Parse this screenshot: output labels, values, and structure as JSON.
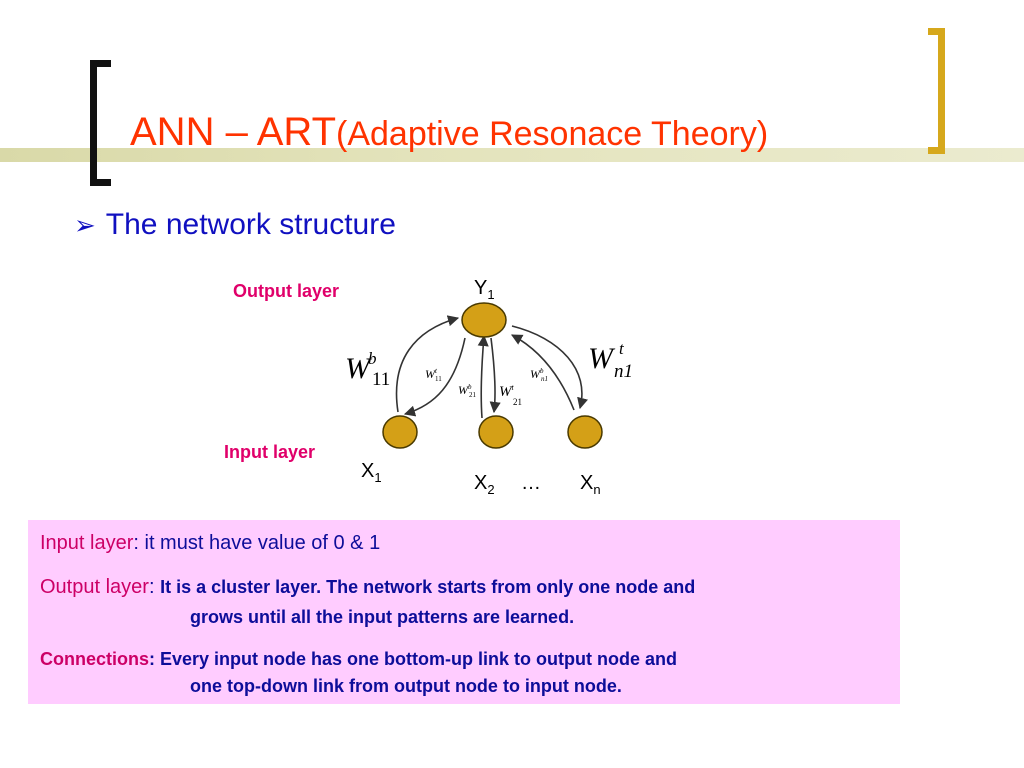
{
  "slide": {
    "title_main": "ANN – ART",
    "title_sub": "(Adaptive Resonace  Theory)",
    "bullet_arrow": "➢",
    "bullet_text": "The network structure"
  },
  "diagram": {
    "output_layer_label": "Output layer",
    "input_layer_label": "Input layer",
    "output_node": {
      "base": "Y",
      "sub": "1"
    },
    "input_nodes": [
      {
        "base": "X",
        "sub": "1"
      },
      {
        "base": "X",
        "sub": "2"
      },
      {
        "base": "X",
        "sub": "n"
      }
    ],
    "ellipsis": "…",
    "weights_large": [
      {
        "base": "W",
        "sup": "b",
        "sub": "11"
      },
      {
        "base": "W",
        "sup": "t",
        "sub": "n1"
      }
    ],
    "weights_small": [
      {
        "base": "W",
        "sup": "t",
        "sub": "11"
      },
      {
        "base": "W",
        "sup": "b",
        "sub": "21"
      },
      {
        "base": "W",
        "sup": "t",
        "sub": "21"
      },
      {
        "base": "W",
        "sup": "b",
        "sub": "n1"
      }
    ],
    "colors": {
      "node_fill": "#d4a017",
      "node_stroke": "#4a3a00",
      "arrow": "#333333"
    }
  },
  "info_box": {
    "line1_label": "Input layer",
    "line1_text": ": it must have value of 0 & 1",
    "line2_label": "Output layer",
    "line2_colon": ": ",
    "line2_text_a": "It is a cluster layer. The network starts from only one node and",
    "line2_text_b": "grows until all the input patterns are learned.",
    "line3_label": "Connections",
    "line3_text_a": ": Every input node has one bottom-up link to output node and",
    "line3_text_b": "one top-down link from output node to input node."
  }
}
